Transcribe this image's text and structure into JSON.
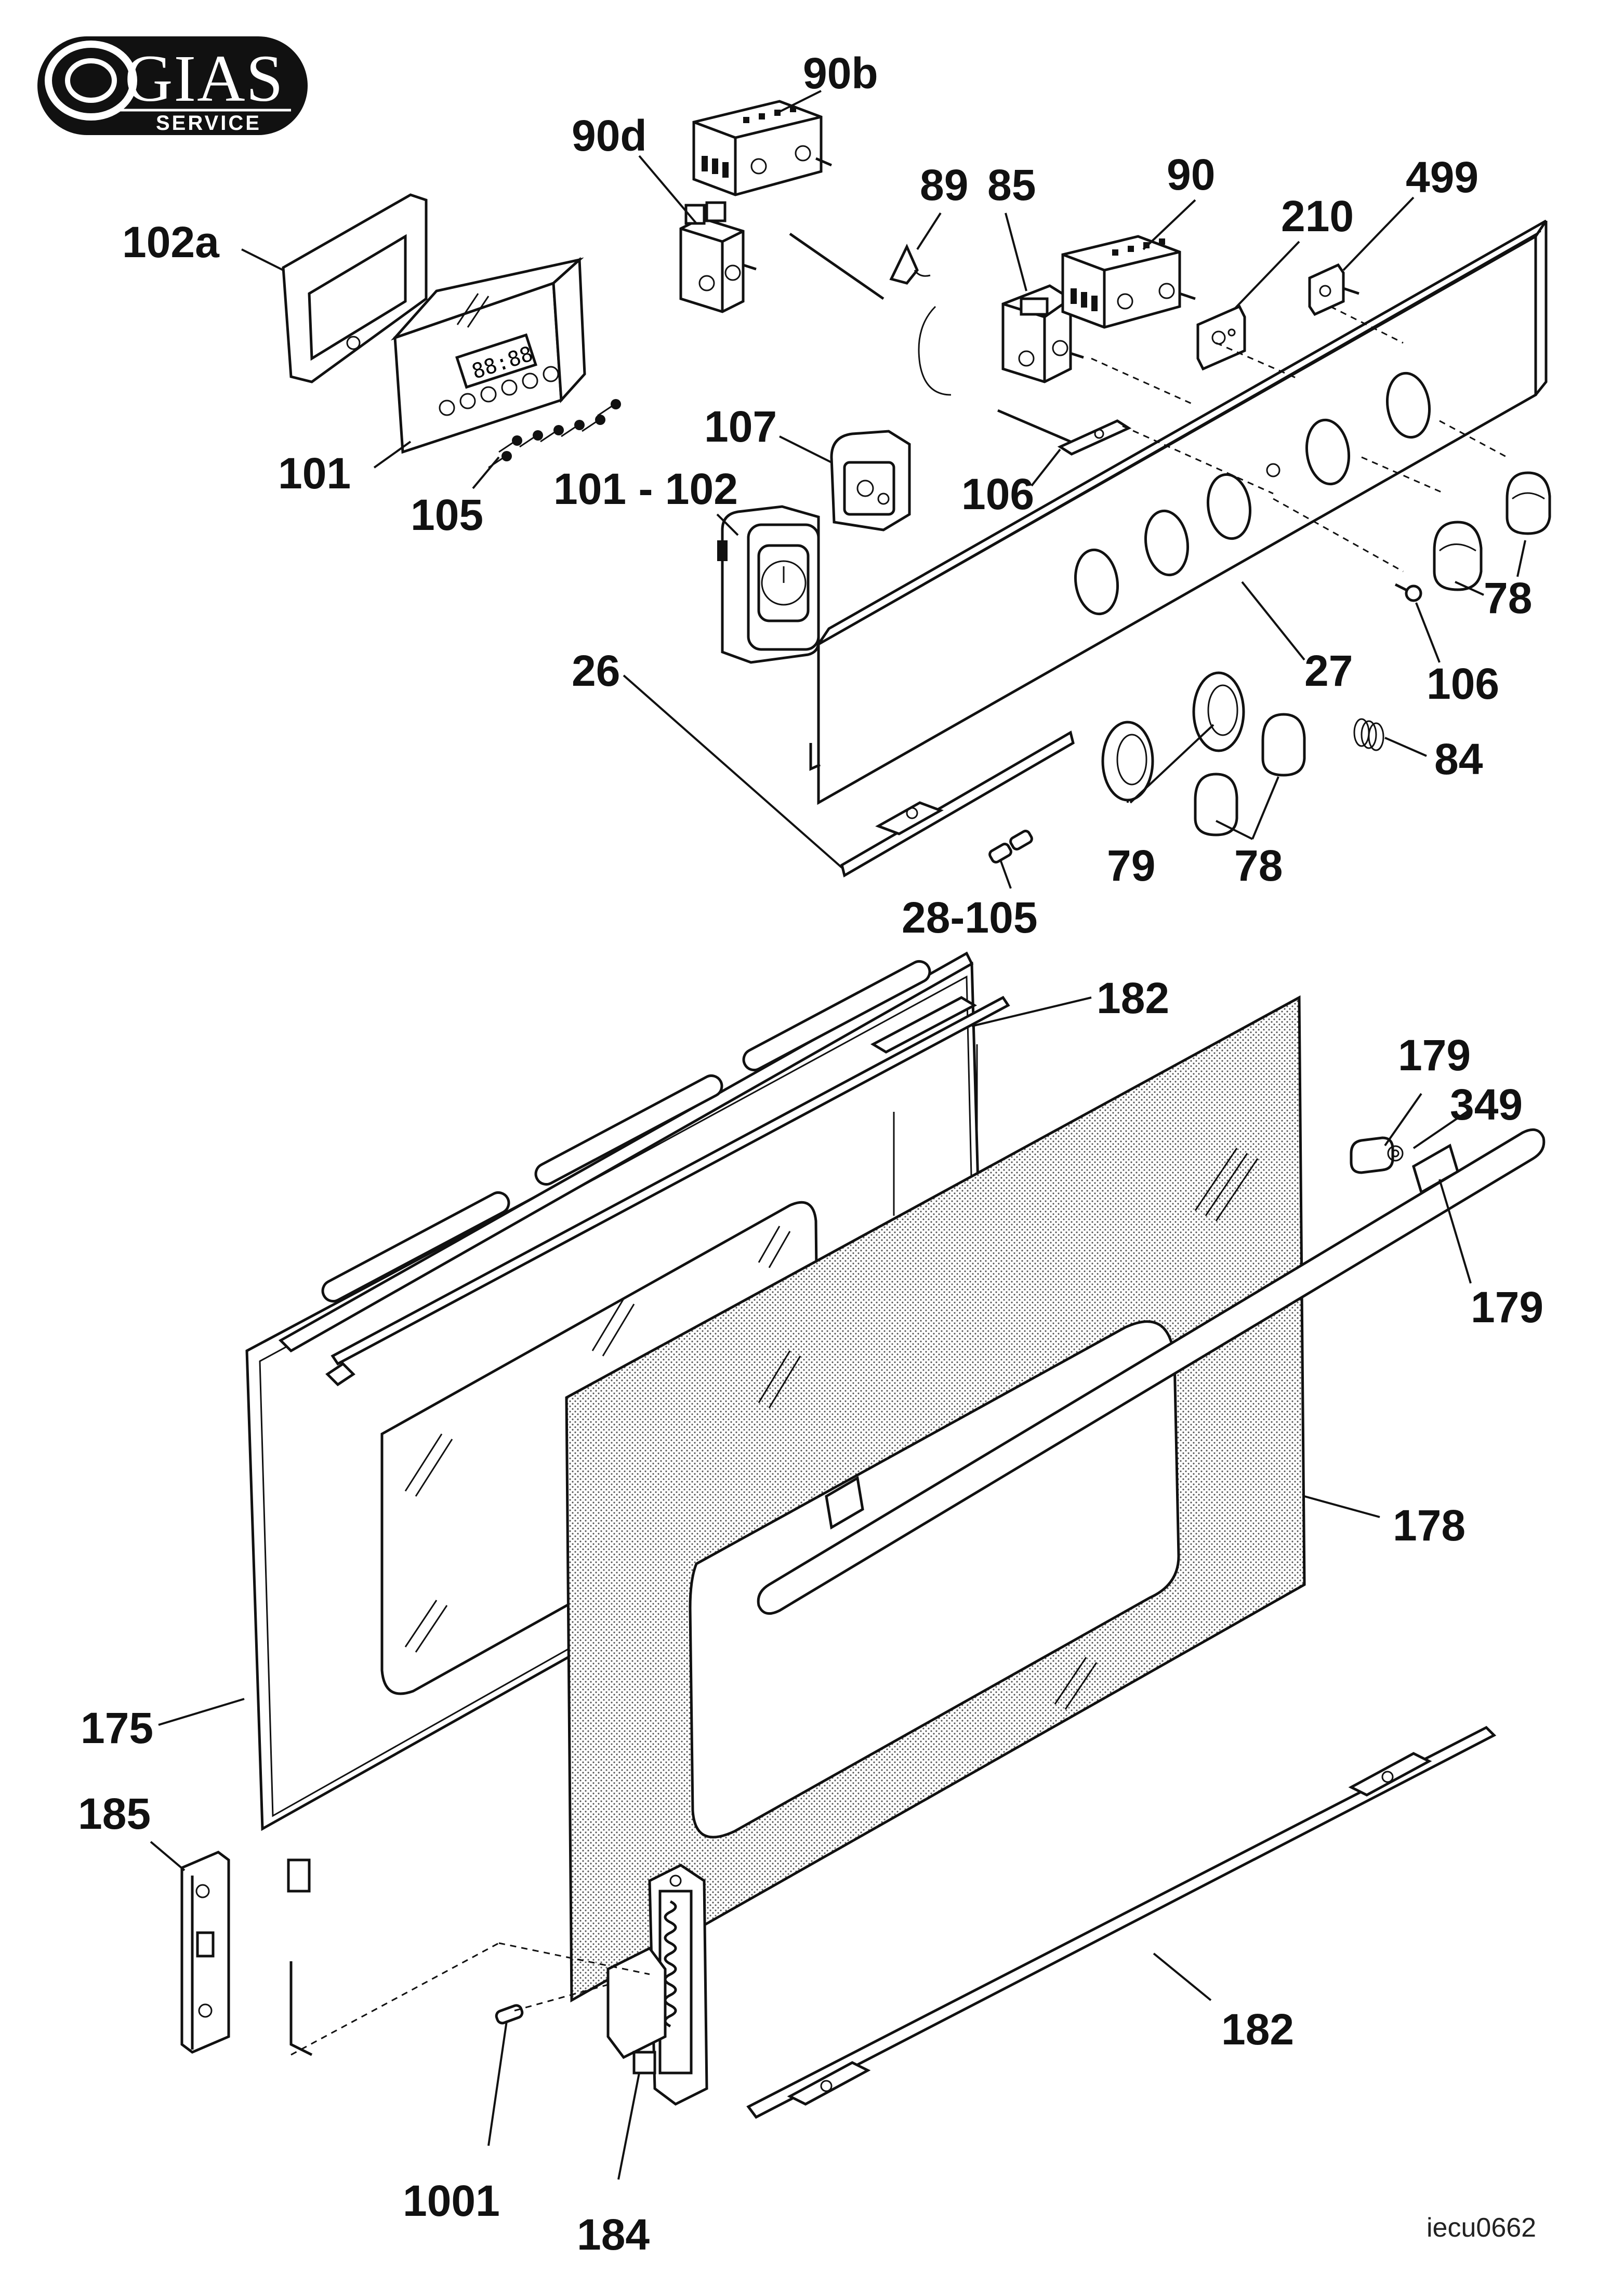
{
  "logo": {
    "brand": "GIAS",
    "tagline": "SERVICE"
  },
  "drawing_code": "iecu0662",
  "labels": {
    "l_90b": "90b",
    "l_90d": "90d",
    "l_89": "89",
    "l_85": "85",
    "l_90": "90",
    "l_210": "210",
    "l_499": "499",
    "l_102a": "102a",
    "l_101": "101",
    "l_105": "105",
    "l_107": "107",
    "l_101_102": "101 - 102",
    "l_106_top": "106",
    "l_78_right": "78",
    "l_27": "27",
    "l_106_right": "106",
    "l_26": "26",
    "l_84": "84",
    "l_79": "79",
    "l_78_bottom": "78",
    "l_28_105": "28-105",
    "l_182_top": "182",
    "l_179_top": "179",
    "l_349": "349",
    "l_179_right": "179",
    "l_178": "178",
    "l_175": "175",
    "l_185": "185",
    "l_182_bottom": "182",
    "l_1001": "1001",
    "l_184": "184"
  }
}
